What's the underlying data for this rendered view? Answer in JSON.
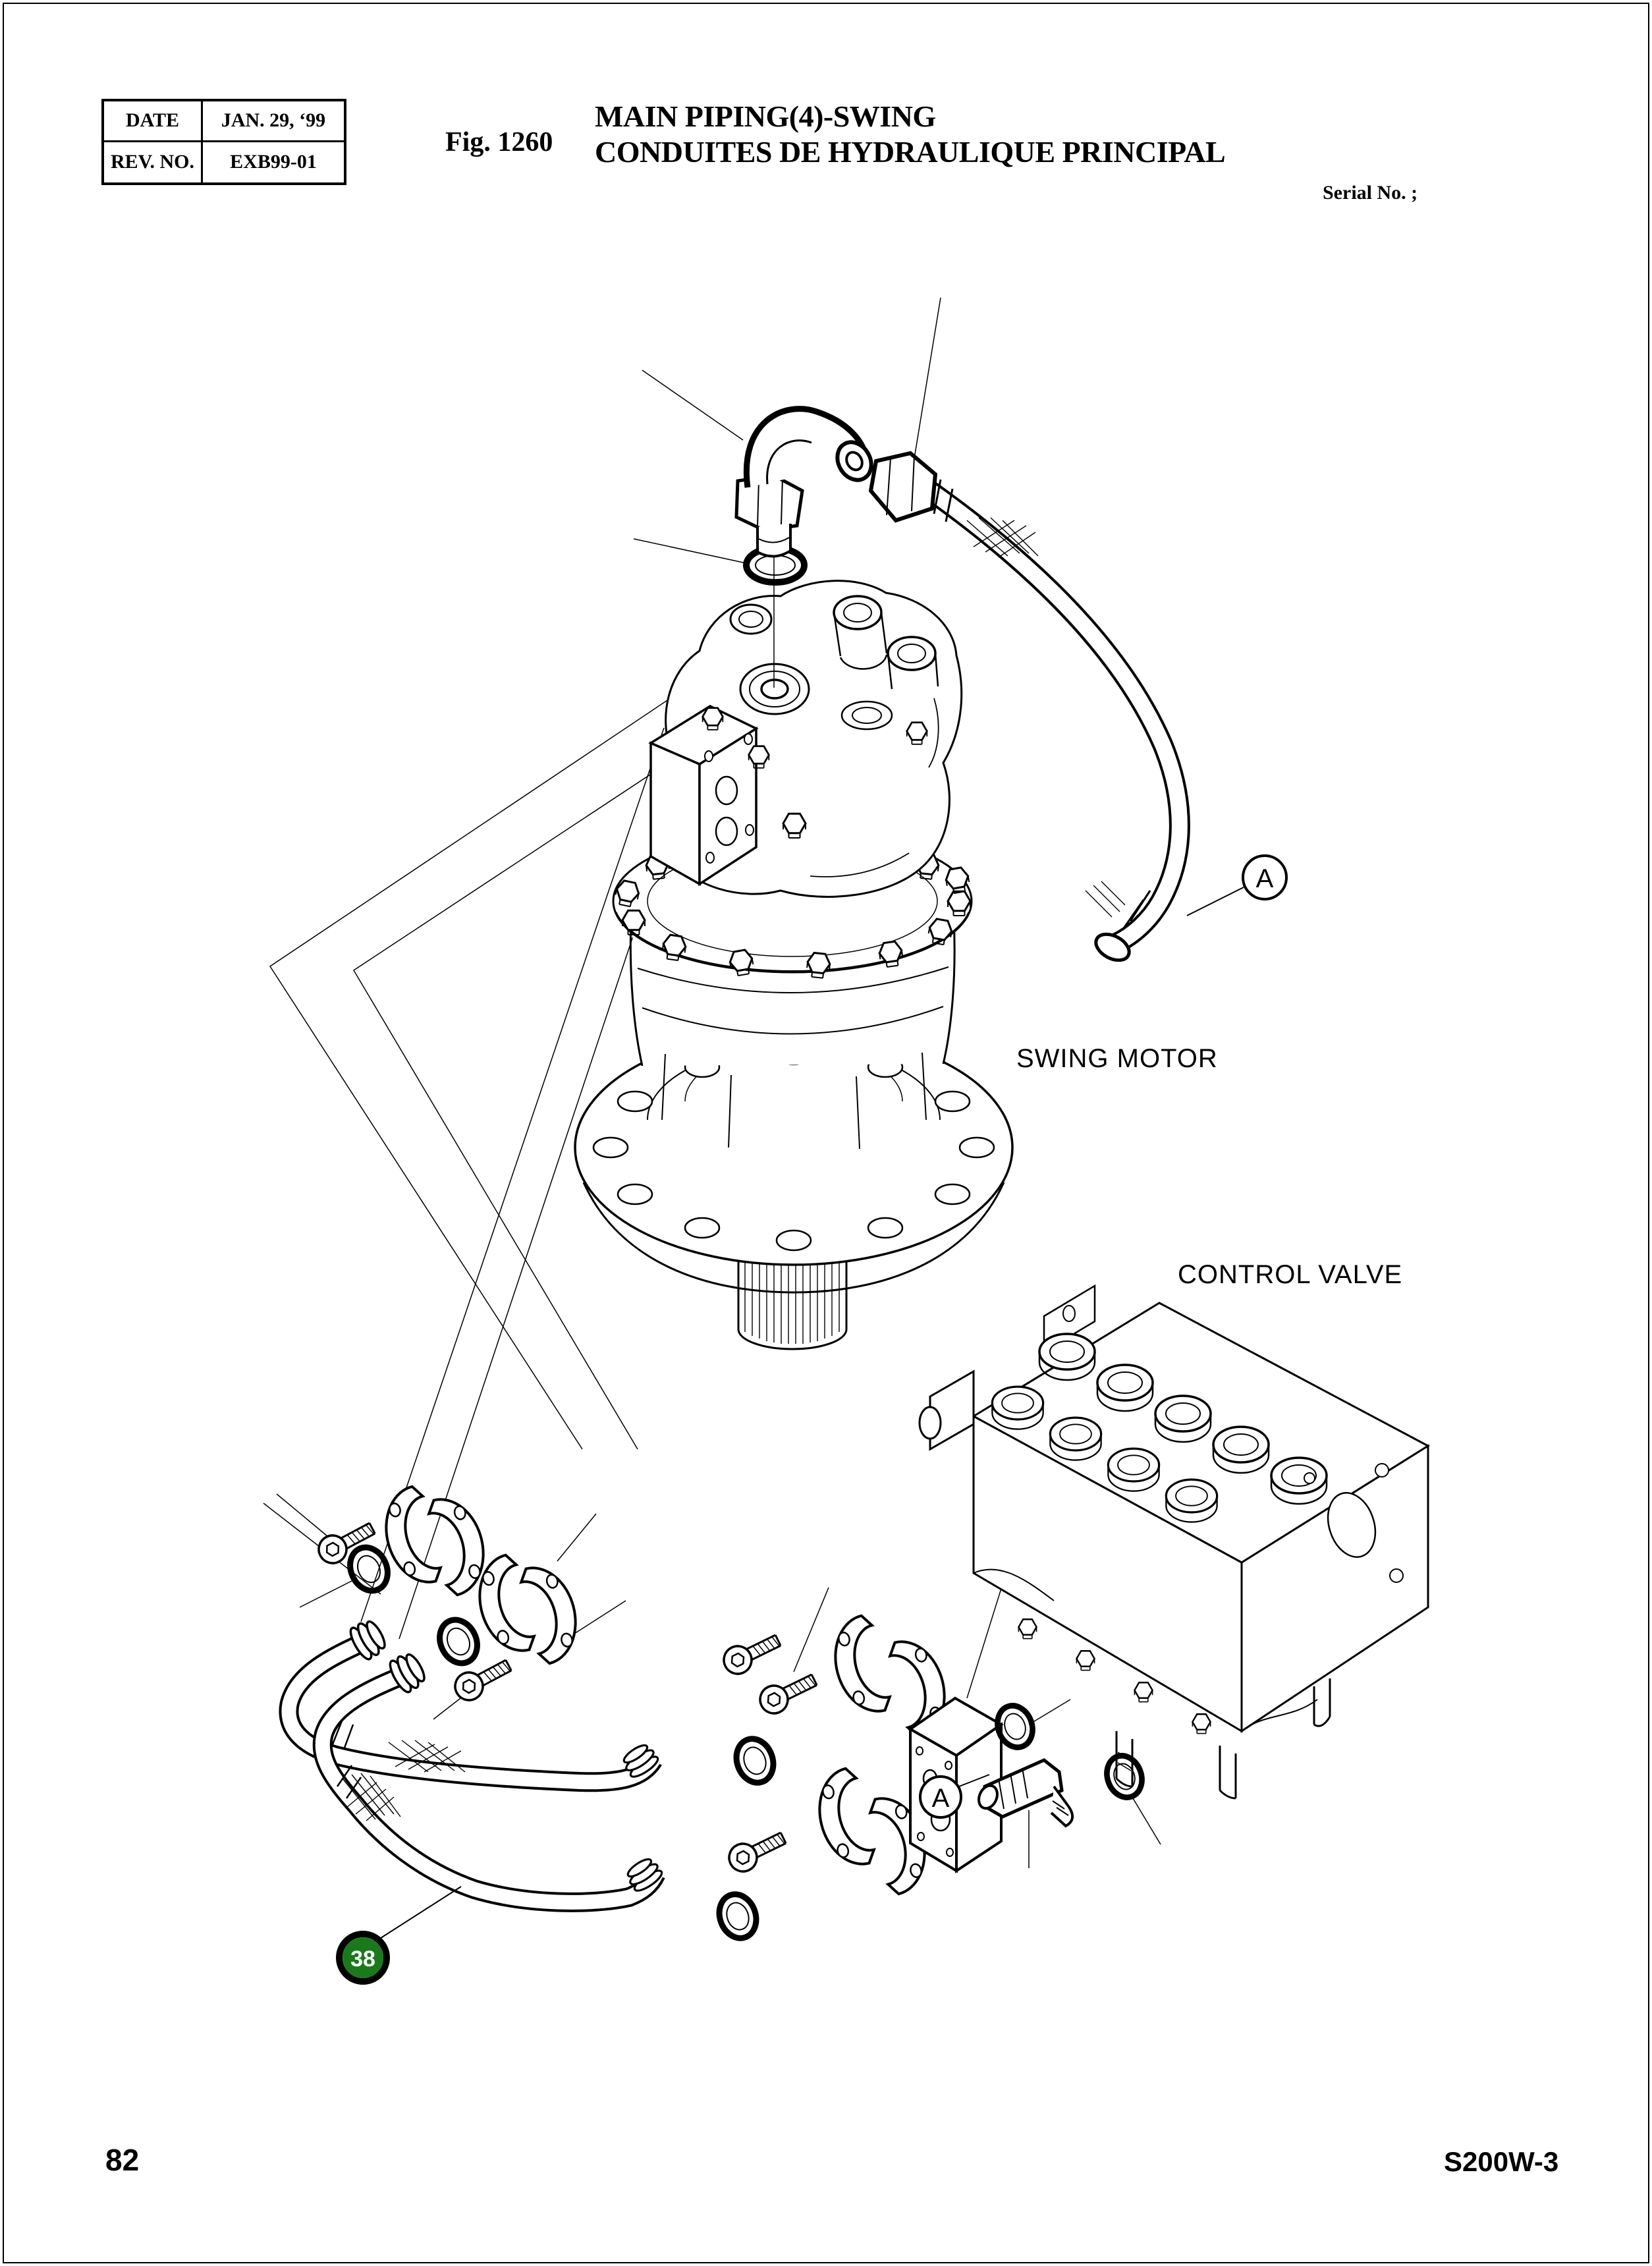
{
  "header": {
    "table": {
      "rows": [
        {
          "label": "DATE",
          "value": "JAN. 29, ‘99"
        },
        {
          "label": "REV. NO.",
          "value": "EXB99-01"
        }
      ]
    },
    "figure_label": "Fig. 1260",
    "title_en": "MAIN PIPING(4)-SWING",
    "title_fr": "CONDUITES DE HYDRAULIQUE PRINCIPAL",
    "serial_label": "Serial No. ;"
  },
  "diagram": {
    "labels": {
      "swing_motor": "SWING MOTOR",
      "control_valve": "CONTROL VALVE"
    },
    "markers": {
      "connection_top": "A",
      "connection_bottom": "A",
      "part_balloon": "38"
    },
    "colors": {
      "line": "#000000",
      "balloon_green": "#1a7a1a",
      "balloon_text": "#ffffff"
    }
  },
  "footer": {
    "page_number": "82",
    "doc_code": "S200W-3"
  }
}
